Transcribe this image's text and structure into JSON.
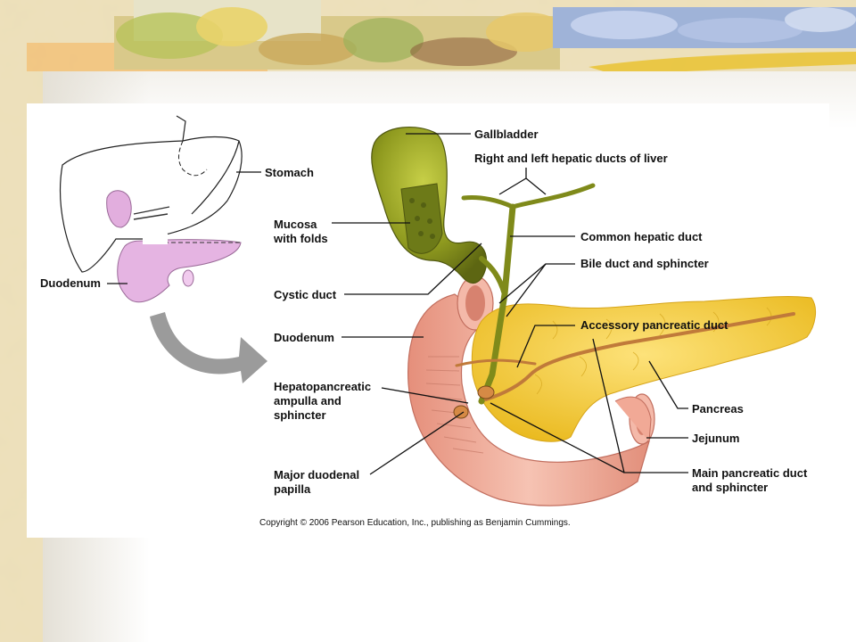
{
  "labels": {
    "gallbladder": "Gallbladder",
    "hepatic_ducts": "Right and left hepatic ducts of liver",
    "stomach": "Stomach",
    "mucosa_line1": "Mucosa",
    "mucosa_line2": "with folds",
    "common_hepatic_duct": "Common hepatic duct",
    "bile_duct": "Bile duct and sphincter",
    "duodenum_left": "Duodenum",
    "cystic_duct": "Cystic duct",
    "accessory_duct": "Accessory pancreatic duct",
    "duodenum_main": "Duodenum",
    "hepato_line1": "Hepatopancreatic",
    "hepato_line2": "ampulla and",
    "hepato_line3": "sphincter",
    "pancreas": "Pancreas",
    "jejunum": "Jejunum",
    "papilla_line1": "Major duodenal",
    "papilla_line2": "papilla",
    "main_duct_line1": "Main pancreatic duct",
    "main_duct_line2": "and sphincter"
  },
  "copyright": "Copyright © 2006 Pearson Education, Inc., publishing as Benjamin Cummings.",
  "colors": {
    "gallbladder": "#8a9a1e",
    "pancreas": "#f3c92a",
    "duodenum": "#e9a08e",
    "duct": "#c07a3a",
    "inset_organs": "#e0a9dc"
  }
}
